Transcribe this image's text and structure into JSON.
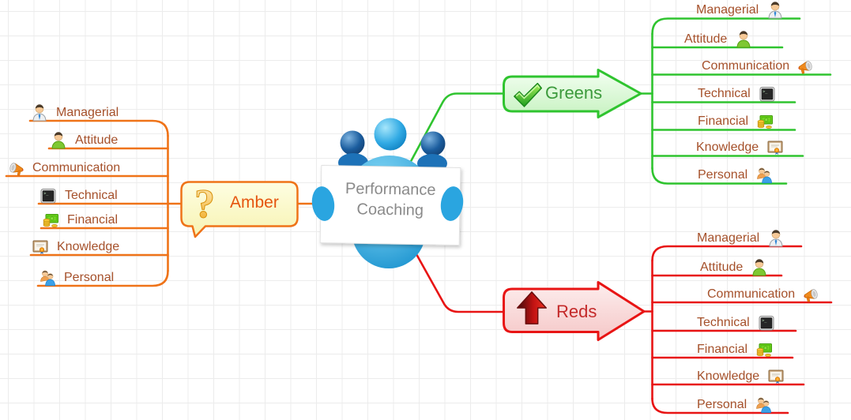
{
  "center": {
    "title_line1": "Performance",
    "title_line2": "Coaching"
  },
  "branches": {
    "greens": {
      "label": "Greens",
      "icon": "check-icon",
      "line_color": "#2fc42f",
      "fill_color": "#d4f6cf",
      "label_color": "#3c9a3c",
      "items": [
        {
          "label": "Managerial",
          "icon": "manager-person-icon"
        },
        {
          "label": "Attitude",
          "icon": "green-person-icon"
        },
        {
          "label": "Communication",
          "icon": "megaphone-icon"
        },
        {
          "label": "Technical",
          "icon": "terminal-icon"
        },
        {
          "label": "Financial",
          "icon": "money-coins-icon"
        },
        {
          "label": "Knowledge",
          "icon": "certificate-icon"
        },
        {
          "label": "Personal",
          "icon": "two-people-icon"
        }
      ]
    },
    "amber": {
      "label": "Amber",
      "icon": "question-mark-icon",
      "line_color": "#ef7318",
      "fill_color": "#fcfccd",
      "label_color": "#e5540e",
      "items": [
        {
          "label": "Managerial",
          "icon": "manager-person-icon"
        },
        {
          "label": "Attitude",
          "icon": "green-person-icon"
        },
        {
          "label": "Communication",
          "icon": "megaphone-icon"
        },
        {
          "label": "Technical",
          "icon": "terminal-icon"
        },
        {
          "label": "Financial",
          "icon": "money-coins-icon"
        },
        {
          "label": "Knowledge",
          "icon": "certificate-icon"
        },
        {
          "label": "Personal",
          "icon": "two-people-icon"
        }
      ]
    },
    "reds": {
      "label": "Reds",
      "icon": "up-arrow-icon",
      "line_color": "#e81414",
      "fill_color": "#f9d9d9",
      "label_color": "#c42a2a",
      "items": [
        {
          "label": "Managerial",
          "icon": "manager-person-icon"
        },
        {
          "label": "Attitude",
          "icon": "green-person-icon"
        },
        {
          "label": "Communication",
          "icon": "megaphone-icon"
        },
        {
          "label": "Technical",
          "icon": "terminal-icon"
        },
        {
          "label": "Financial",
          "icon": "money-coins-icon"
        },
        {
          "label": "Knowledge",
          "icon": "certificate-icon"
        },
        {
          "label": "Personal",
          "icon": "two-people-icon"
        }
      ]
    },
    "child_text_color": "#a5502a"
  }
}
